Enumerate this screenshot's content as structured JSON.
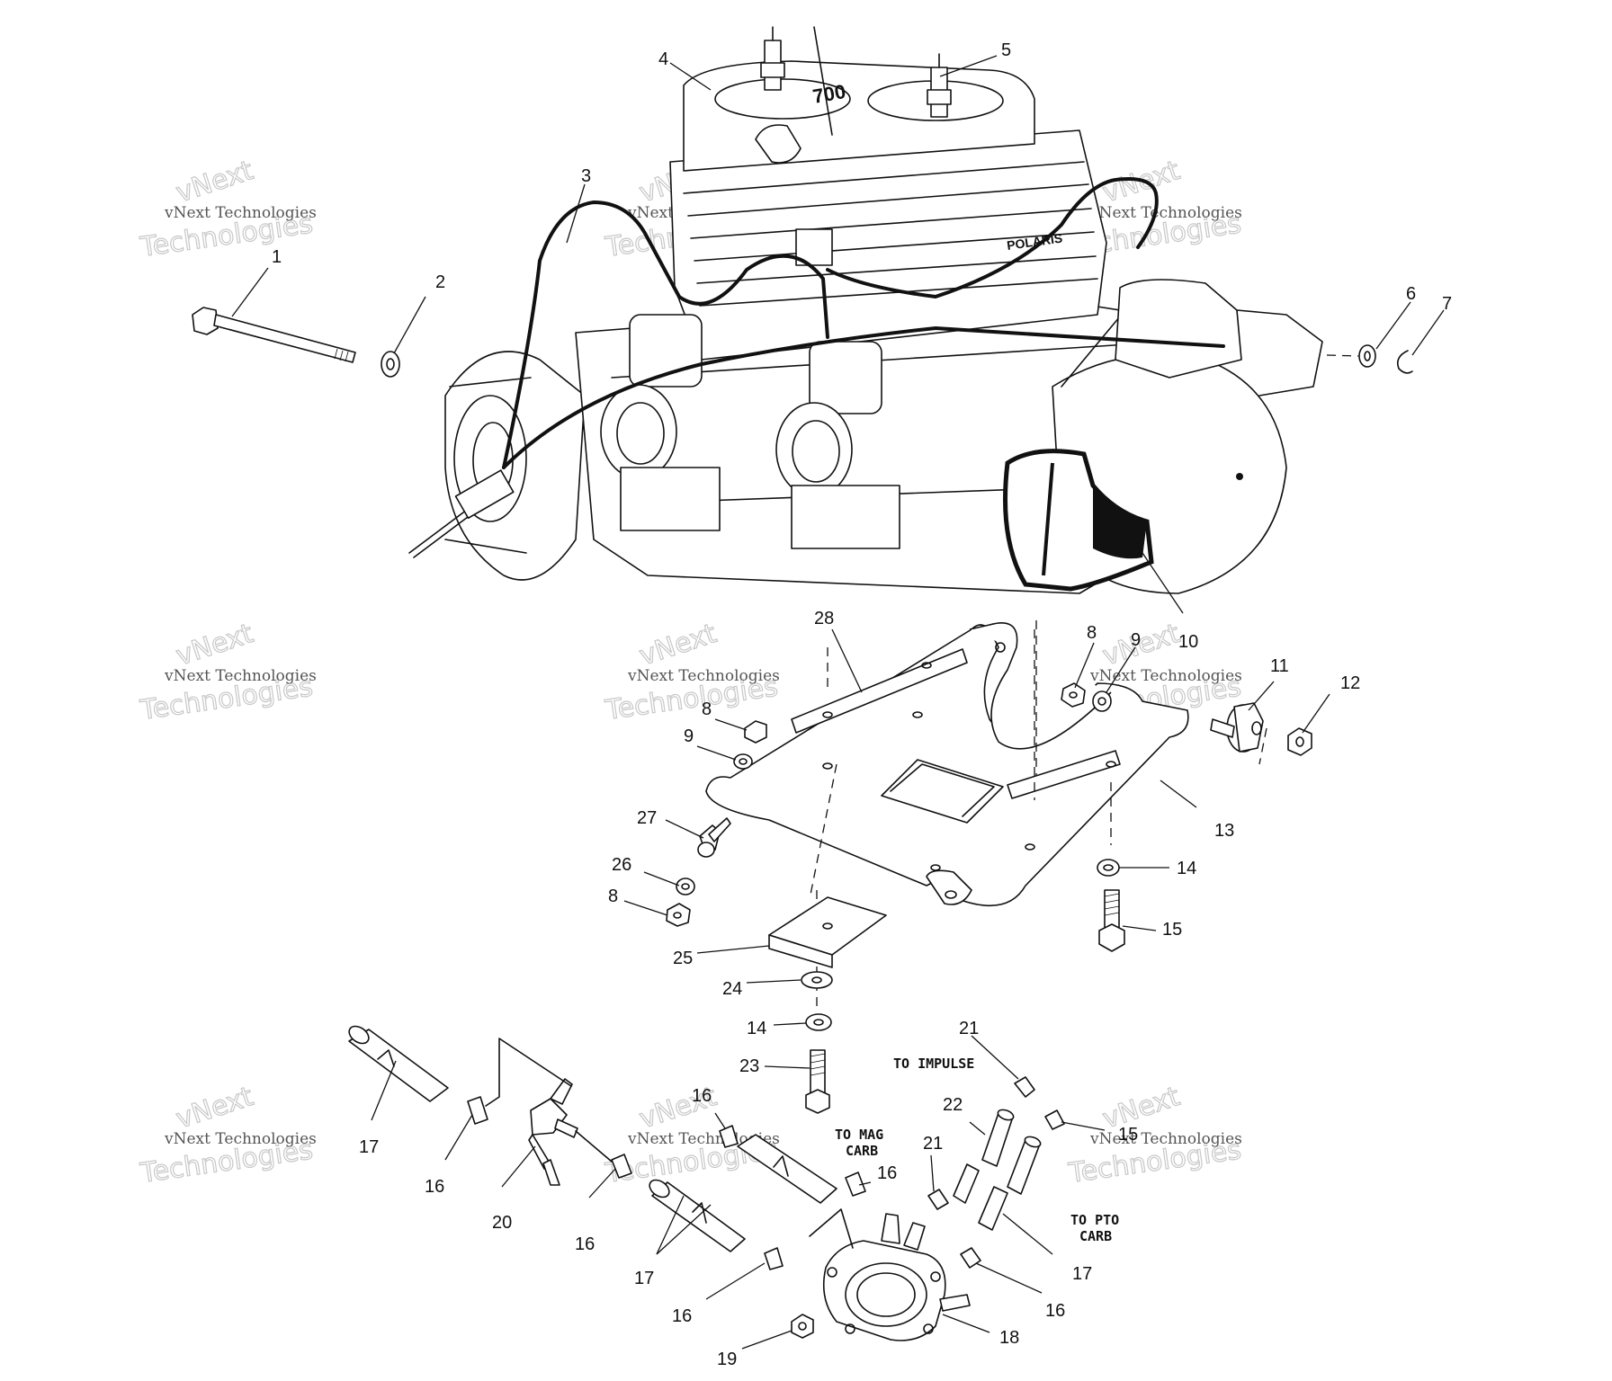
{
  "parts": [
    {
      "num": "1"
    },
    {
      "num": "2"
    },
    {
      "num": "3"
    },
    {
      "num": "4"
    },
    {
      "num": "5"
    },
    {
      "num": "6"
    },
    {
      "num": "7"
    },
    {
      "num": "8"
    },
    {
      "num": "9"
    },
    {
      "num": "10"
    },
    {
      "num": "11"
    },
    {
      "num": "12"
    },
    {
      "num": "8"
    },
    {
      "num": "9"
    },
    {
      "num": "28"
    },
    {
      "num": "27"
    },
    {
      "num": "26"
    },
    {
      "num": "8"
    },
    {
      "num": "13"
    },
    {
      "num": "14"
    },
    {
      "num": "15"
    },
    {
      "num": "25"
    },
    {
      "num": "24"
    },
    {
      "num": "14"
    },
    {
      "num": "23"
    },
    {
      "num": "21"
    },
    {
      "num": "17"
    },
    {
      "num": "16"
    },
    {
      "num": "20"
    },
    {
      "num": "16"
    },
    {
      "num": "16"
    },
    {
      "num": "17"
    },
    {
      "num": "16"
    },
    {
      "num": "16"
    },
    {
      "num": "22"
    },
    {
      "num": "15"
    },
    {
      "num": "21"
    },
    {
      "num": "17"
    },
    {
      "num": "16"
    },
    {
      "num": "18"
    },
    {
      "num": "19"
    }
  ],
  "notes": {
    "to_impulse": "TO IMPULSE",
    "to_mag_carb_1": "TO MAG",
    "to_mag_carb_2": "CARB",
    "to_pto_carb_1": "TO PTO",
    "to_pto_carb_2": "CARB"
  },
  "watermark": {
    "small": "vNext Technologies",
    "big": "Technologies",
    "top": "vNext"
  }
}
